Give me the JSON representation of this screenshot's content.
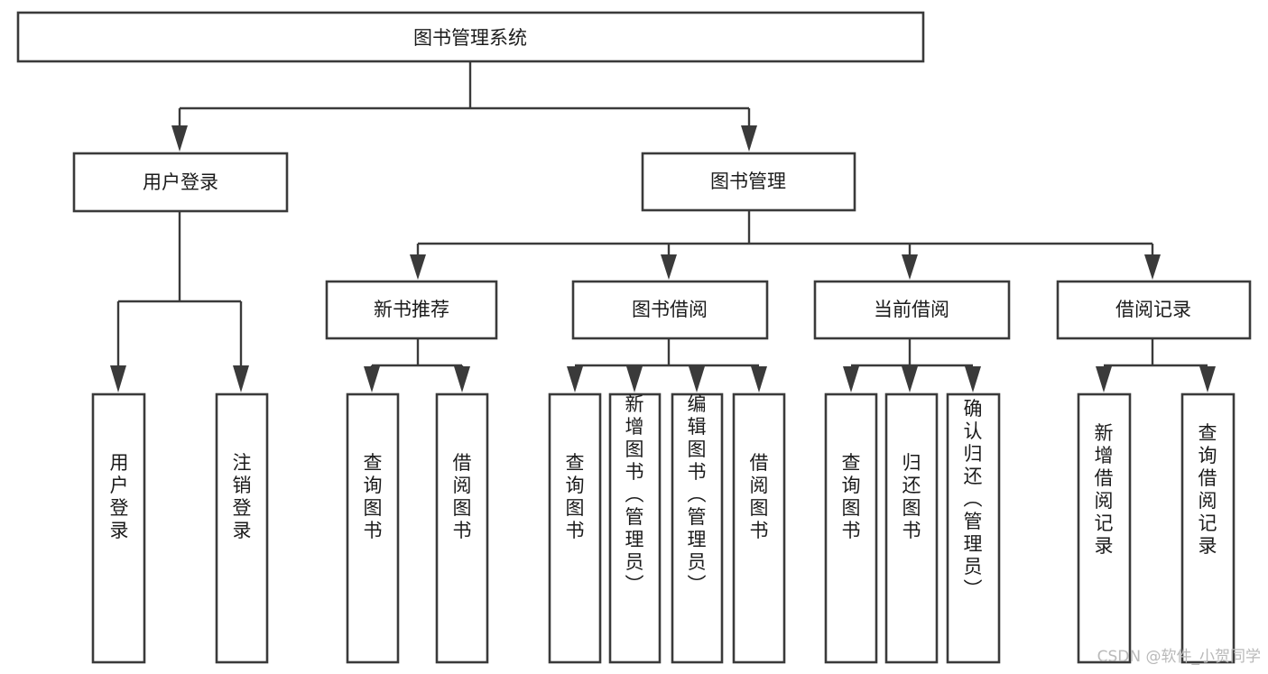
{
  "diagram": {
    "title": "图书管理系统",
    "type": "tree",
    "orientation": "top-down",
    "background_color": "#ffffff",
    "line_color": "#3a3a3a",
    "text_color": "#1b1b1b",
    "watermark": "CSDN @软件_小贺同学",
    "watermark_color": "#b9b9b9"
  },
  "nodes": {
    "root": {
      "label": "图书管理系统",
      "level": 0,
      "orientation": "horizontal"
    },
    "l1": [
      {
        "id": "user-login",
        "label": "用户登录",
        "level": 1,
        "orientation": "horizontal"
      },
      {
        "id": "book-manage",
        "label": "图书管理",
        "level": 1,
        "orientation": "horizontal"
      }
    ],
    "l2": [
      {
        "id": "new-book-recommend",
        "label": "新书推荐",
        "level": 2,
        "orientation": "horizontal",
        "parent": "book-manage"
      },
      {
        "id": "book-borrow",
        "label": "图书借阅",
        "level": 2,
        "orientation": "horizontal",
        "parent": "book-manage"
      },
      {
        "id": "current-borrow",
        "label": "当前借阅",
        "level": 2,
        "orientation": "horizontal",
        "parent": "book-manage"
      },
      {
        "id": "borrow-record",
        "label": "借阅记录",
        "level": 2,
        "orientation": "horizontal",
        "parent": "book-manage"
      }
    ],
    "leaves": [
      {
        "id": "leaf-user-login",
        "label": "用户登录",
        "parent": "user-login",
        "orientation": "vertical"
      },
      {
        "id": "leaf-user-logout",
        "label": "注销登录",
        "parent": "user-login",
        "orientation": "vertical"
      },
      {
        "id": "leaf-query-book-1",
        "label": "查询图书",
        "parent": "new-book-recommend",
        "orientation": "vertical"
      },
      {
        "id": "leaf-borrow-book-1",
        "label": "借阅图书",
        "parent": "new-book-recommend",
        "orientation": "vertical"
      },
      {
        "id": "leaf-query-book-2",
        "label": "查询图书",
        "parent": "book-borrow",
        "orientation": "vertical"
      },
      {
        "id": "leaf-add-book",
        "label": "新增图书（管理员）",
        "parent": "book-borrow",
        "orientation": "vertical"
      },
      {
        "id": "leaf-edit-book",
        "label": "编辑图书（管理员）",
        "parent": "book-borrow",
        "orientation": "vertical"
      },
      {
        "id": "leaf-borrow-book-2",
        "label": "借阅图书",
        "parent": "book-borrow",
        "orientation": "vertical"
      },
      {
        "id": "leaf-query-book-3",
        "label": "查询图书",
        "parent": "current-borrow",
        "orientation": "vertical"
      },
      {
        "id": "leaf-return-book",
        "label": "归还图书",
        "parent": "current-borrow",
        "orientation": "vertical"
      },
      {
        "id": "leaf-confirm-return",
        "label": "确认归还（管理员）",
        "parent": "current-borrow",
        "orientation": "vertical"
      },
      {
        "id": "leaf-add-record",
        "label": "新增借阅记录",
        "parent": "borrow-record",
        "orientation": "vertical"
      },
      {
        "id": "leaf-query-record",
        "label": "查询借阅记录",
        "parent": "borrow-record",
        "orientation": "vertical"
      }
    ]
  }
}
